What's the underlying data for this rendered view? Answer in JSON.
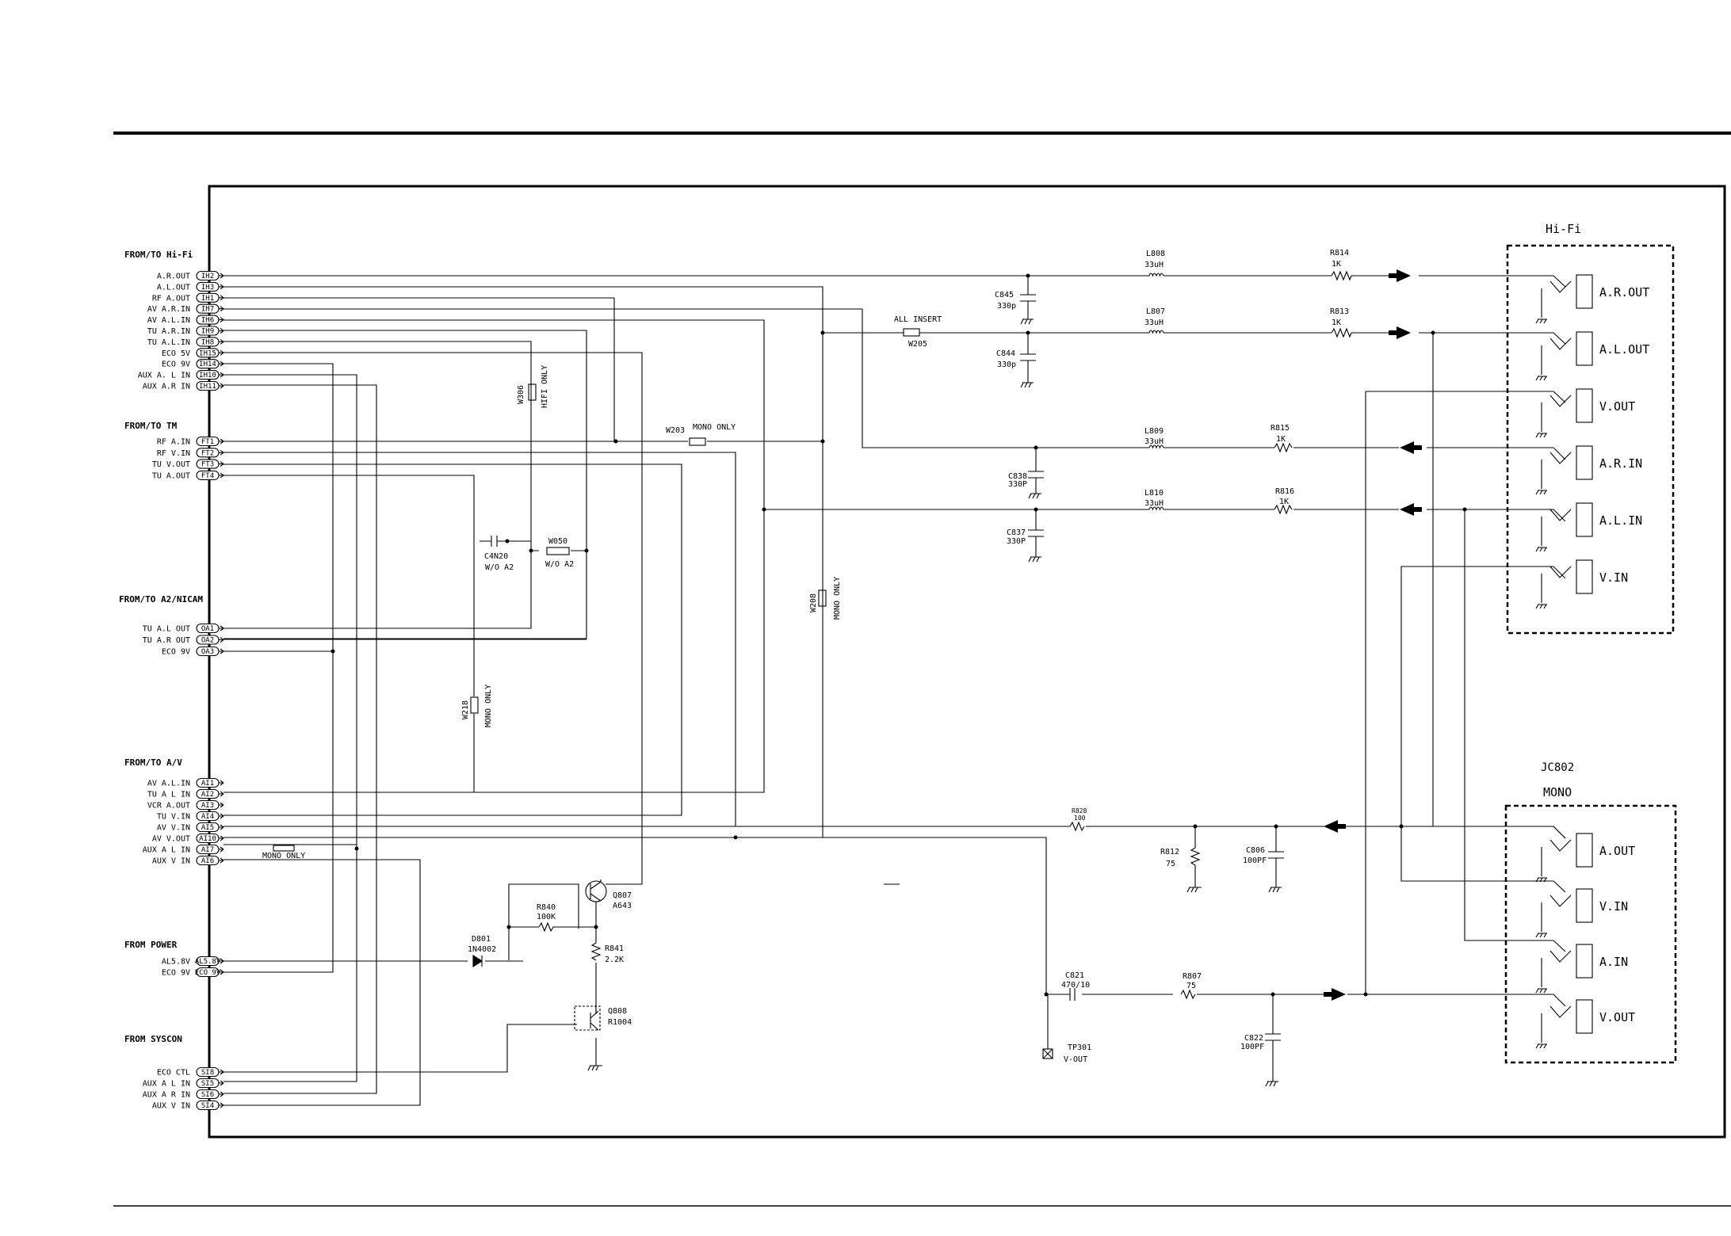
{
  "sections": {
    "hifi": "FROM/TO Hi-Fi",
    "tm": "FROM/TO TM",
    "a2": "FROM/TO A2/NICAM",
    "av": "FROM/TO A/V",
    "power": "FROM POWER",
    "syscon": "FROM SYSCON"
  },
  "hifi_signals": [
    {
      "name": "A.R.OUT",
      "pin": "IH2"
    },
    {
      "name": "A.L.OUT",
      "pin": "IH3"
    },
    {
      "name": "RF A.OUT",
      "pin": "IH1"
    },
    {
      "name": "AV A.R.IN",
      "pin": "IH7"
    },
    {
      "name": "AV A.L.IN",
      "pin": "IH6"
    },
    {
      "name": "TU A.R.IN",
      "pin": "IH9"
    },
    {
      "name": "TU A.L.IN",
      "pin": "IH8"
    },
    {
      "name": "ECO 5V",
      "pin": "IH15"
    },
    {
      "name": "ECO 9V",
      "pin": "IH14"
    },
    {
      "name": "AUX A. L IN",
      "pin": "IH10"
    },
    {
      "name": "AUX A.R IN",
      "pin": "IH11"
    }
  ],
  "tm_signals": [
    {
      "name": "RF A.IN",
      "pin": "FT1"
    },
    {
      "name": "RF V.IN",
      "pin": "FT2"
    },
    {
      "name": "TU V.OUT",
      "pin": "FT3"
    },
    {
      "name": "TU A.OUT",
      "pin": "FT4"
    }
  ],
  "a2_signals": [
    {
      "name": "TU A.L OUT",
      "pin": "OA1"
    },
    {
      "name": "TU A.R OUT",
      "pin": "OA2"
    },
    {
      "name": "ECO 9V",
      "pin": "OA3"
    }
  ],
  "av_signals": [
    {
      "name": "AV A.L.IN",
      "pin": "AI1"
    },
    {
      "name": "TU A L IN",
      "pin": "AI2"
    },
    {
      "name": "VCR A.OUT",
      "pin": "AI3"
    },
    {
      "name": "TU V.IN",
      "pin": "AI4"
    },
    {
      "name": "AV V.IN",
      "pin": "AI5"
    },
    {
      "name": "AV V.OUT",
      "pin": "AI10"
    },
    {
      "name": "AUX A L IN",
      "pin": "AI7"
    },
    {
      "name": "AUX V IN",
      "pin": "AI6"
    }
  ],
  "power_signals": [
    {
      "name": "AL5.8V",
      "pin": "AL5.8V"
    },
    {
      "name": "ECO 9V",
      "pin": "ECO 9V"
    }
  ],
  "syscon_signals": [
    {
      "name": "ECO CTL",
      "pin": "SI8"
    },
    {
      "name": "AUX A L IN",
      "pin": "SI5"
    },
    {
      "name": "AUX A R IN",
      "pin": "SI6"
    },
    {
      "name": "AUX V IN",
      "pin": "SI4"
    }
  ],
  "components": {
    "L808": {
      "ref": "L808",
      "val": "33uH"
    },
    "L807": {
      "ref": "L807",
      "val": "33uH"
    },
    "L809": {
      "ref": "L809",
      "val": "33uH"
    },
    "L810": {
      "ref": "L810",
      "val": "33uH"
    },
    "R814": {
      "ref": "R814",
      "val": "1K"
    },
    "R813": {
      "ref": "R813",
      "val": "1K"
    },
    "R815": {
      "ref": "R815",
      "val": "1K"
    },
    "R816": {
      "ref": "R816",
      "val": "1K"
    },
    "C845": {
      "ref": "C845",
      "val": "330p"
    },
    "C844": {
      "ref": "C844",
      "val": "330p"
    },
    "C838": {
      "ref": "C838",
      "val": "330P"
    },
    "C837": {
      "ref": "C837",
      "val": "330P"
    },
    "W205": {
      "ref": "W205",
      "note": "ALL INSERT"
    },
    "W306": {
      "ref": "W306",
      "note": "HIFI ONLY"
    },
    "W203": {
      "ref": "W203",
      "note": "MONO ONLY"
    },
    "C4N20": {
      "ref": "C4N20",
      "note": "W/O A2"
    },
    "W050": {
      "ref": "W050",
      "note": "W/O A2"
    },
    "W208": {
      "ref": "W208",
      "note": "MONO ONLY"
    },
    "W218": {
      "ref": "W218",
      "note": "MONO ONLY"
    },
    "MONO_AUX": {
      "note": "MONO ONLY"
    },
    "R828": {
      "ref": "R828",
      "val": "100"
    },
    "R812": {
      "ref": "R812",
      "val": "75"
    },
    "C806": {
      "ref": "C806",
      "val": "100PF"
    },
    "Q807": {
      "ref": "Q807",
      "val": "A643"
    },
    "R840": {
      "ref": "R840",
      "val": "100K"
    },
    "R841": {
      "ref": "R841",
      "val": "2.2K"
    },
    "D801": {
      "ref": "D801",
      "val": "1N4002"
    },
    "Q808": {
      "ref": "Q808",
      "val": "R1004"
    },
    "C821": {
      "ref": "C821",
      "val": "470/10"
    },
    "R807": {
      "ref": "R807",
      "val": "75"
    },
    "C822": {
      "ref": "C822",
      "val": "100PF"
    },
    "TP301": {
      "ref": "TP301",
      "val": "V-OUT"
    }
  },
  "hifi_block": {
    "title": "Hi-Fi",
    "jacks": [
      "A.R.OUT",
      "A.L.OUT",
      "V.OUT",
      "A.R.IN",
      "A.L.IN",
      "V.IN"
    ]
  },
  "mono_block": {
    "ref": "JC802",
    "title": "MONO",
    "jacks": [
      "A.OUT",
      "V.IN",
      "A.IN",
      "V.OUT"
    ]
  }
}
